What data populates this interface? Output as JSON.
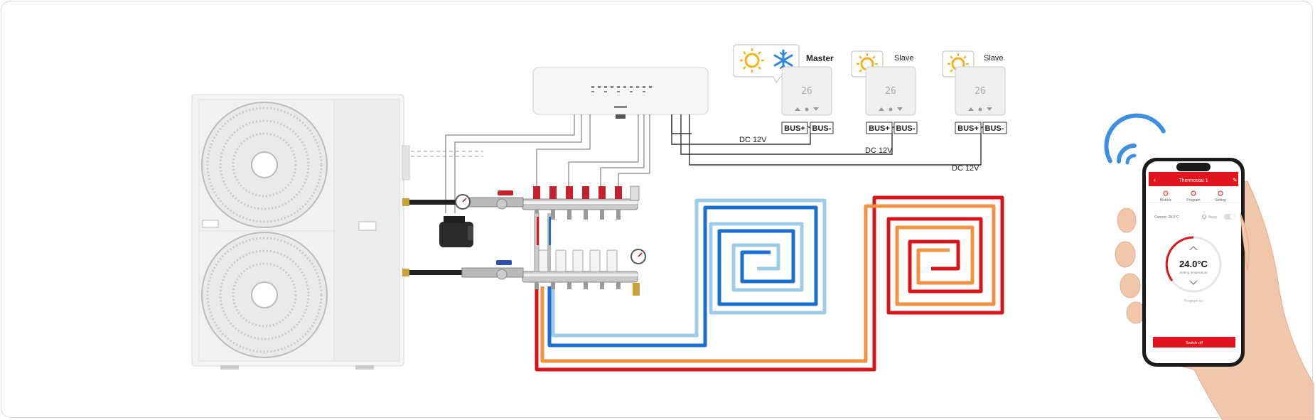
{
  "thermostats": [
    {
      "role": "Master",
      "bus_plus": "BUS+",
      "bus_minus": "BUS-",
      "icons": [
        "sun-icon",
        "snowflake-icon"
      ]
    },
    {
      "role": "Slave",
      "bus_plus": "BUS+",
      "bus_minus": "BUS-",
      "icons": [
        "sun-icon"
      ]
    },
    {
      "role": "Slave",
      "bus_plus": "BUS+",
      "bus_minus": "BUS-",
      "icons": [
        "sun-icon"
      ]
    }
  ],
  "wiring": {
    "dc_label_1": "DC 12V",
    "dc_label_2": "DC 12V",
    "dc_label_3": "DC 12V"
  },
  "thermostat_display": "26",
  "phone": {
    "header_title": "Thermostat 1",
    "tabs": [
      "Historic",
      "Program",
      "Setting"
    ],
    "current_label": "Current: 28.5°C",
    "away_label": "Away",
    "temperature": "24.0°C",
    "temperature_caption": "Setting temperature",
    "program_label": "Program on",
    "switch_button": "Switch off"
  },
  "colors": {
    "hot": "#d9151b",
    "warm": "#f0923f",
    "cold": "#1b6fd1",
    "cool": "#9fcbea",
    "wire": "#333333",
    "brand_red": "#e0141c",
    "wifi": "#3d8fe0"
  }
}
